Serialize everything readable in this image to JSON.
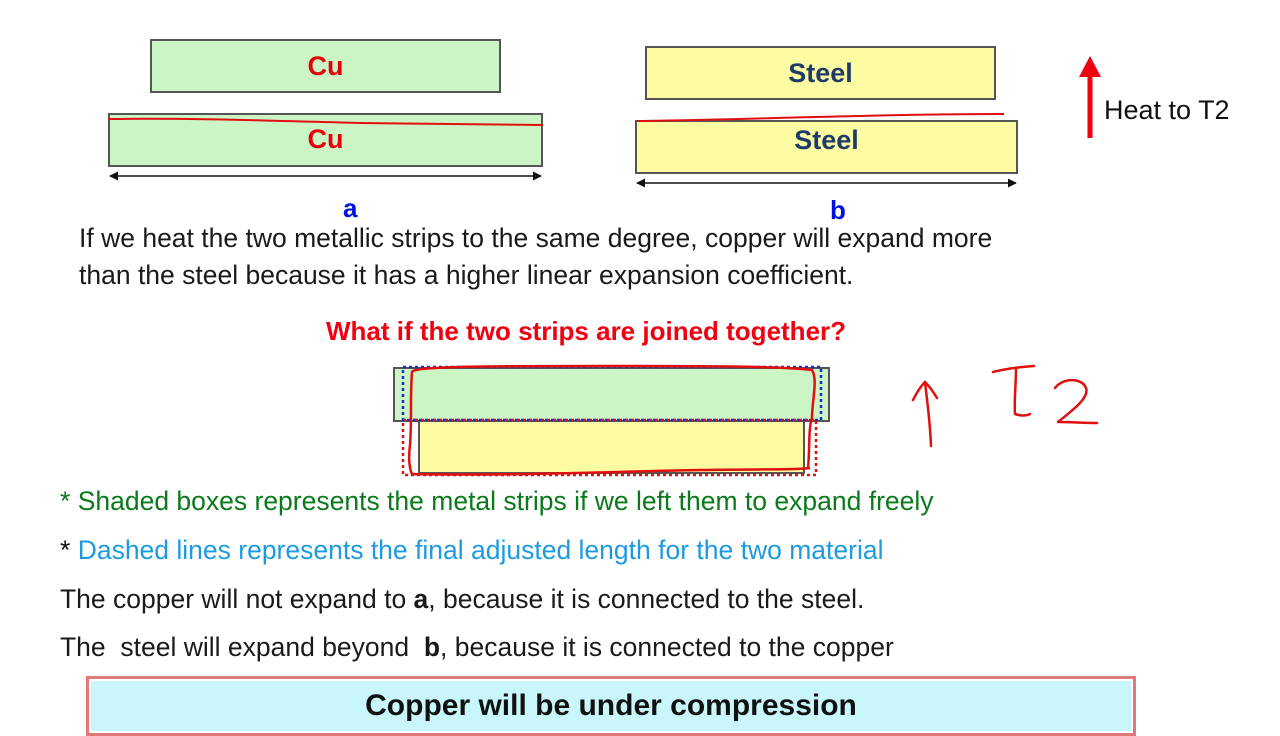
{
  "top_diagrams": {
    "cu_top_label": "Cu",
    "cu_bottom_label": "Cu",
    "steel_top_label": "Steel",
    "steel_bottom_label": "Steel",
    "dim_a": "a",
    "dim_b": "b",
    "heat_label": "Heat to T2"
  },
  "explanation": {
    "line1": "If we heat the two metallic strips to the same degree, copper will expand more",
    "line2": "than the steel because it has a higher linear expansion coefficient."
  },
  "question": "What if the two strips are joined together?",
  "handwriting": "↑ T2",
  "notes": {
    "shaded_bullet": "* ",
    "shaded_text": "Shaded boxes represents the metal strips if we left them to expand freely",
    "dashed_bullet": "* ",
    "dashed_text": "Dashed lines represents the final adjusted length for the two material",
    "copper_pre": "The copper will not expand to ",
    "copper_bold": "a",
    "copper_post": ", because it is connected to the steel.",
    "steel_pre": "The  steel will expand beyond  ",
    "steel_bold": "b",
    "steel_post": ", because it is connected to the copper"
  },
  "conclusion": "Copper will be under compression",
  "colors": {
    "copper_fill": "#ccf5c6",
    "steel_fill": "#fdfca2",
    "accent_red": "#f00010",
    "label_blue": "#0010e0",
    "note_green": "#0a7a1a",
    "note_blue": "#1e9be0",
    "conclusion_fill": "#c8f6fa"
  }
}
